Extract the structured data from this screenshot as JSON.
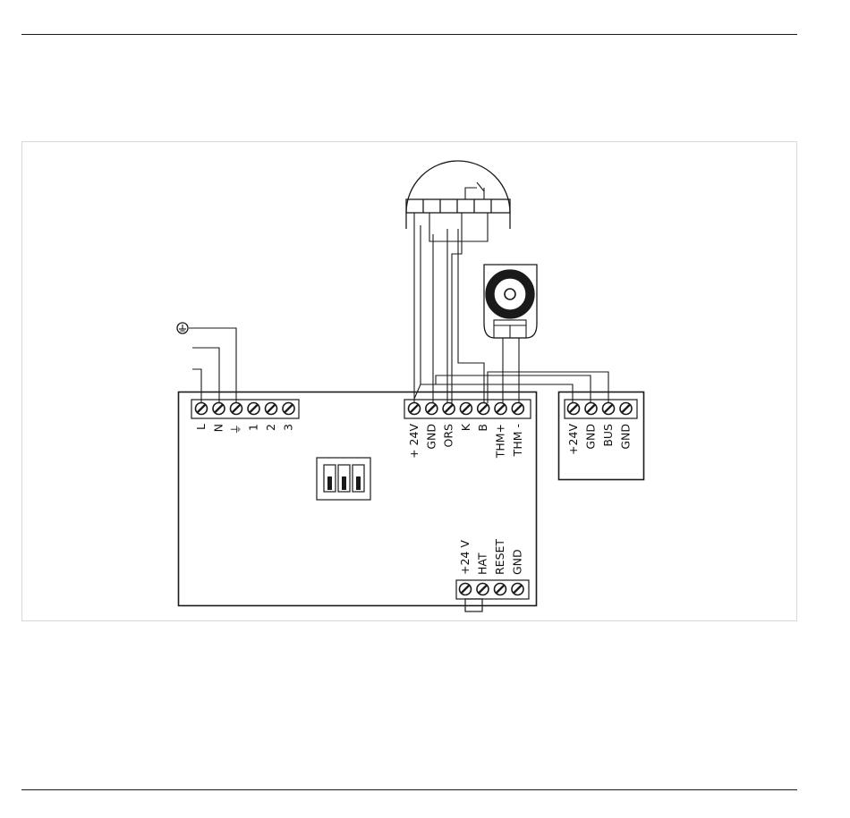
{
  "terminals": {
    "mains": [
      "L",
      "N",
      "⏚",
      "1",
      "2",
      "3"
    ],
    "sensor": [
      "+ 24V",
      "GND",
      "ORS",
      "K",
      "B",
      "THM+",
      "THM -"
    ],
    "bus": [
      "+24V",
      "GND",
      "BUS",
      "GND"
    ],
    "bottom": [
      "+24 V",
      "HAT",
      "RESET",
      "GND"
    ]
  },
  "earth_symbol": "⏚",
  "dip_switch_count": 3,
  "colors": {
    "line": "#1a1a1a",
    "frame": "#d8d8d8"
  }
}
